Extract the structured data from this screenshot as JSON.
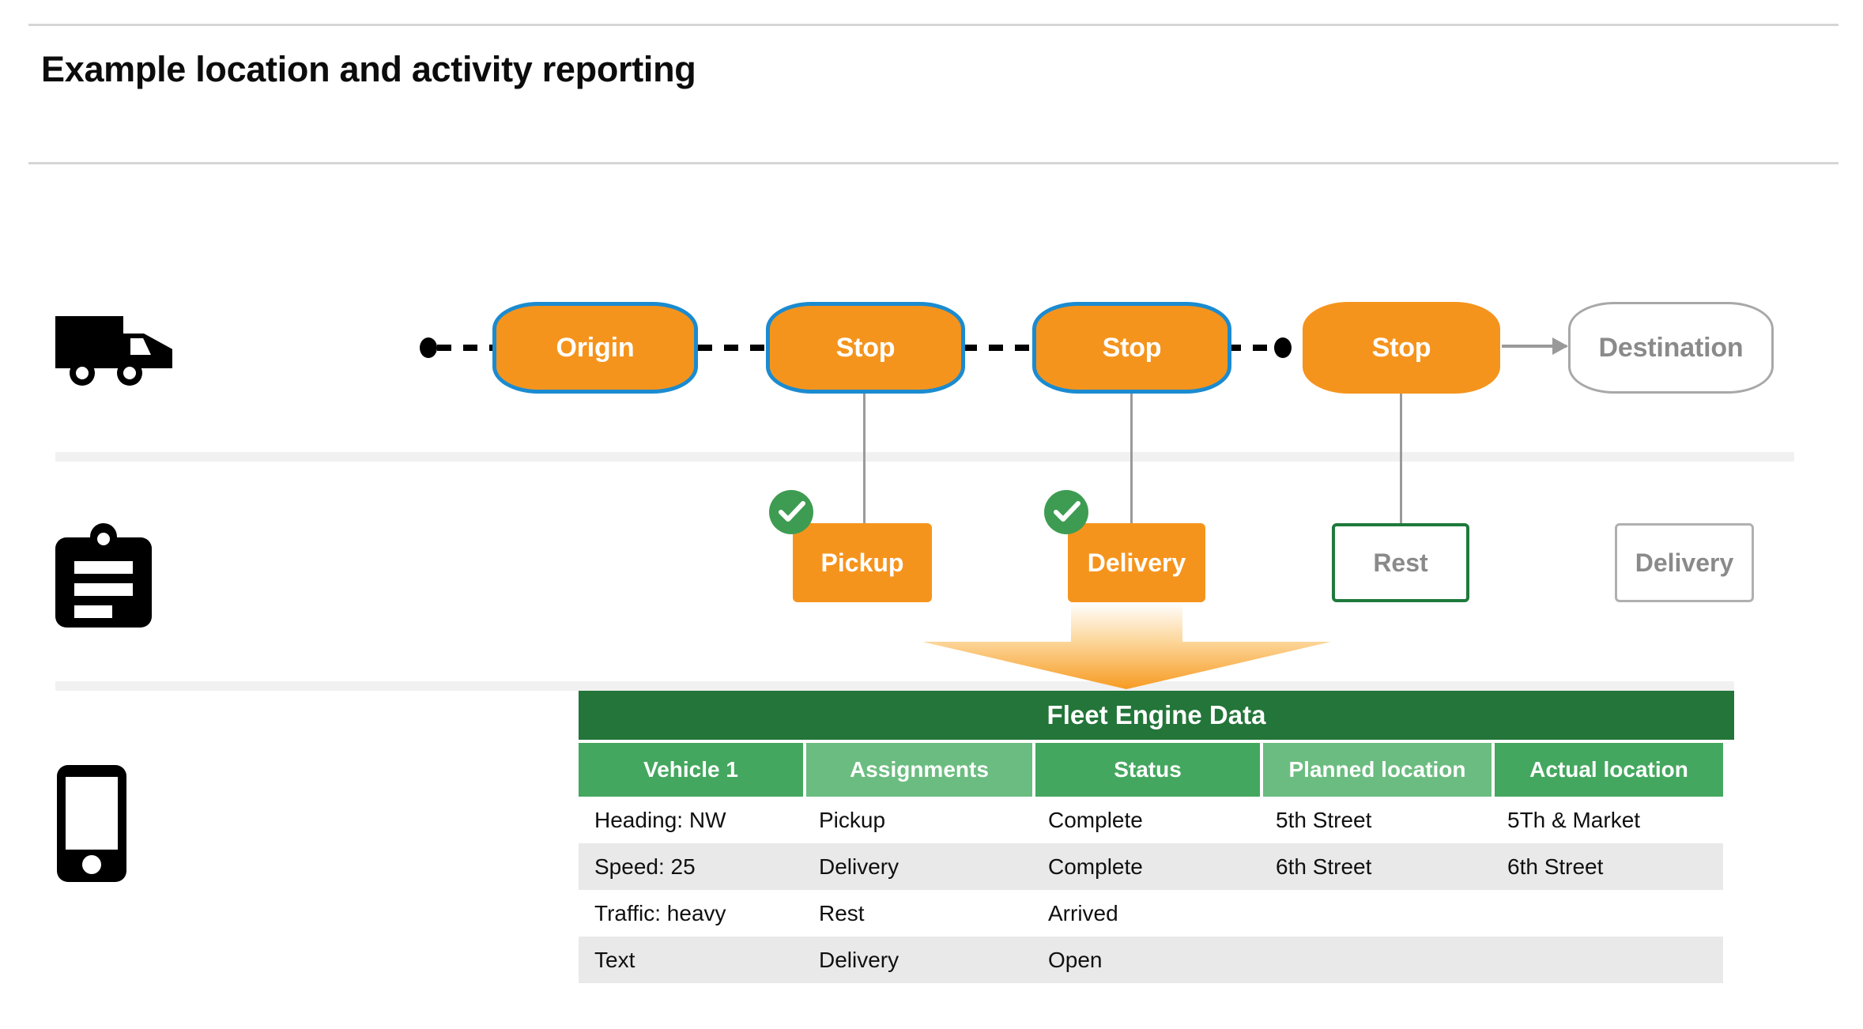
{
  "page": {
    "title": "Example location and activity reporting"
  },
  "icons": {
    "truck": "truck-icon",
    "clipboard": "clipboard-icon",
    "phone": "phone-icon",
    "check": "check-circle-icon",
    "arrow_down": "arrow-down-icon"
  },
  "colors": {
    "orange": "#F5941D",
    "blue_border": "#1B8BD0",
    "green_dark": "#237539",
    "green_header": "#44A75F",
    "green_header_alt": "#6BBC80",
    "green_check": "#3E9C52",
    "gray_border": "#a8a8a8",
    "row_alt": "#e9e9e9"
  },
  "route": {
    "stops": [
      {
        "label": "Origin",
        "style": "orange-bordered"
      },
      {
        "label": "Stop",
        "style": "orange-bordered"
      },
      {
        "label": "Stop",
        "style": "orange-bordered"
      },
      {
        "label": "Stop",
        "style": "orange-plain"
      },
      {
        "label": "Destination",
        "style": "ghost"
      }
    ]
  },
  "activities": [
    {
      "label": "Pickup",
      "style": "filled",
      "completed": true
    },
    {
      "label": "Delivery",
      "style": "filled",
      "completed": true
    },
    {
      "label": "Rest",
      "style": "outline-green",
      "completed": false
    },
    {
      "label": "Delivery",
      "style": "outline-gray",
      "completed": false
    }
  ],
  "table": {
    "title": "Fleet Engine Data",
    "columns": [
      "Vehicle 1",
      "Assignments",
      "Status",
      "Planned location",
      "Actual location"
    ],
    "rows": [
      [
        "Heading: NW",
        "Pickup",
        "Complete",
        "5th Street",
        "5Th & Market"
      ],
      [
        "Speed: 25",
        "Delivery",
        "Complete",
        "6th Street",
        "6th Street"
      ],
      [
        "Traffic: heavy",
        "Rest",
        "Arrived",
        "",
        ""
      ],
      [
        "Text",
        "Delivery",
        "Open",
        "",
        ""
      ]
    ]
  }
}
